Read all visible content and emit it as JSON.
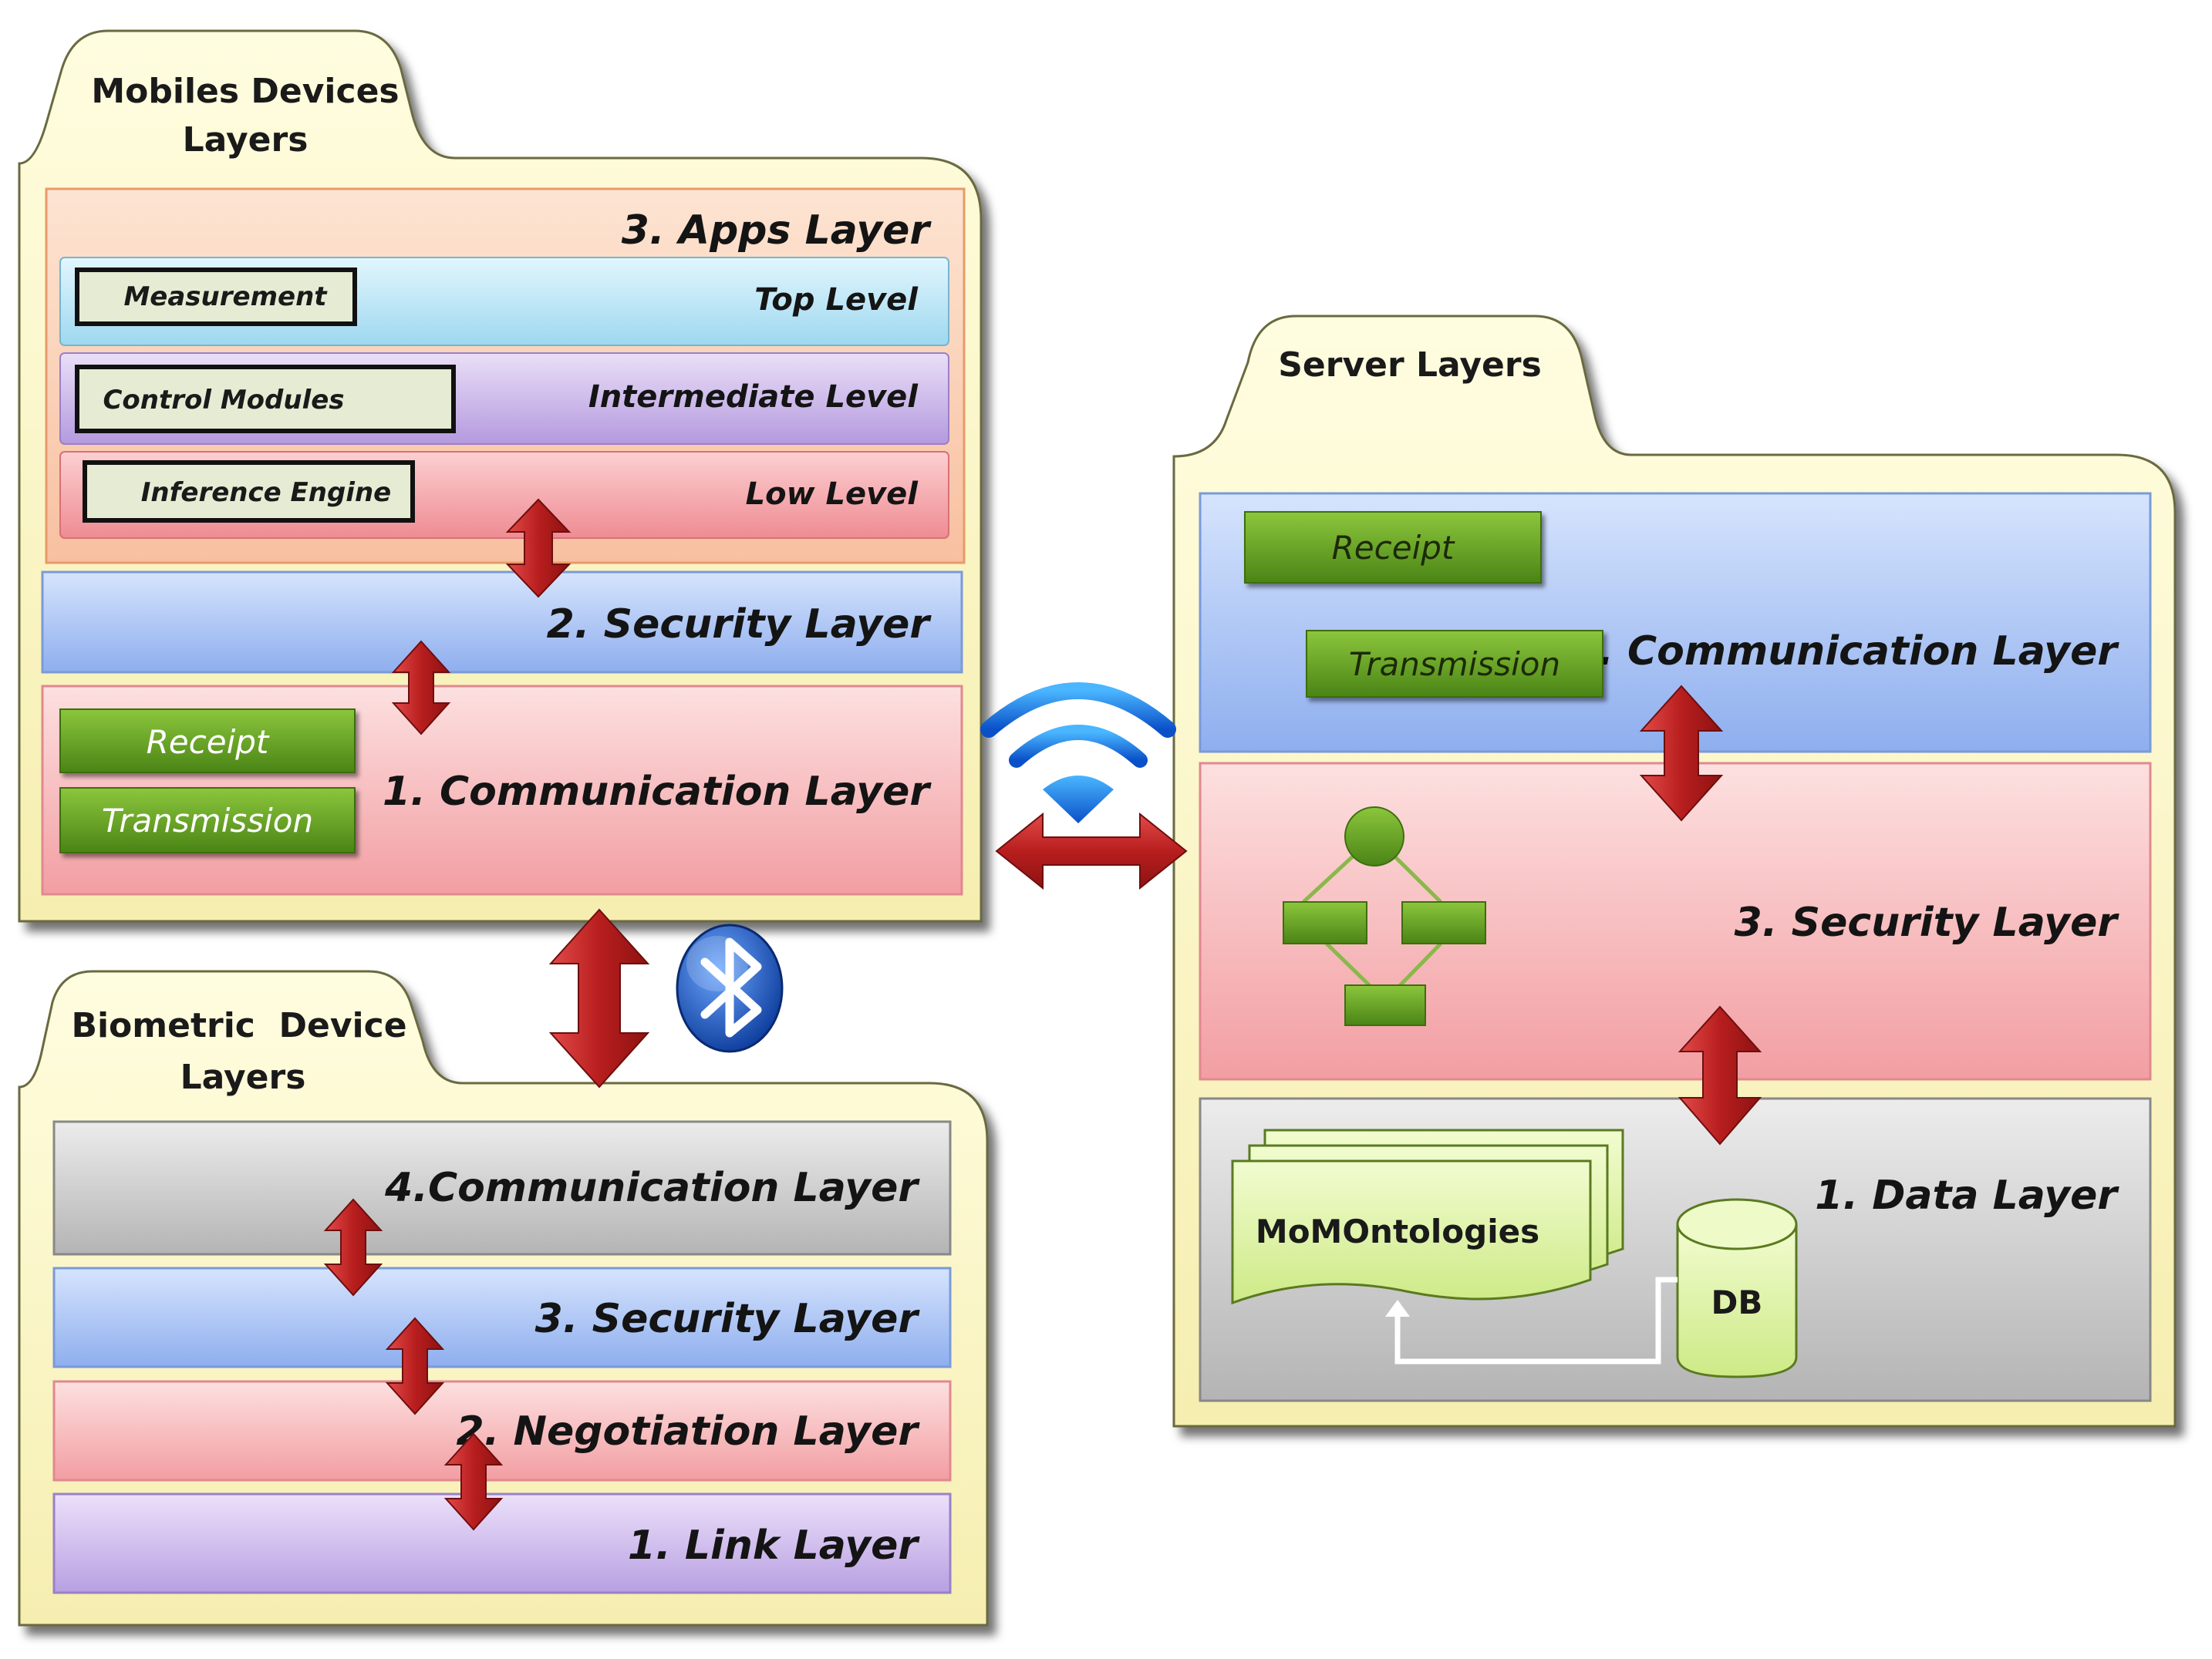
{
  "mobile": {
    "title_line1": "Mobiles Devices",
    "title_line2": "Layers",
    "apps_layer": "3. Apps Layer",
    "levels": {
      "top": "Top Level",
      "intermediate": "Intermediate Level",
      "low": "Low Level"
    },
    "modules": {
      "measurement": "Measurement",
      "control": "Control Modules",
      "inference": "Inference Engine"
    },
    "security_layer": "2. Security Layer",
    "communication_layer": "1. Communication Layer",
    "receipt": "Receipt",
    "transmission": "Transmission"
  },
  "server": {
    "title": "Server Layers",
    "receipt": "Receipt",
    "transmission": "Transmission",
    "communication_layer": "2. Communication Layer",
    "security_layer": "3. Security Layer",
    "data_layer": "1. Data Layer",
    "ontologies": "MoMOntologies",
    "db": "DB"
  },
  "biometric": {
    "title_line1": "Biometric  Device",
    "title_line2": "Layers",
    "communication_layer": "4.Communication Layer",
    "security_layer": "3. Security Layer",
    "negotiation_layer": "2. Negotiation Layer",
    "link_layer": "1. Link Layer"
  },
  "icons": [
    "wifi-icon",
    "bluetooth-icon",
    "flowchart-icon",
    "database-icon",
    "document-stack-icon",
    "double-arrow-icon"
  ],
  "colors": {
    "folder": "#fdf8c4",
    "apps": "#fcd6c0",
    "top_level": "#c4ecf8",
    "intermediate_level": "#d4c4ec",
    "low_level": "#f6a8ac",
    "security_blue": "#b0c8f4",
    "communication_pink": "#f8b4b8",
    "data_gray": "#d0d0d0",
    "button_green": "#6aa226",
    "arrow_red": "#bc2626"
  }
}
